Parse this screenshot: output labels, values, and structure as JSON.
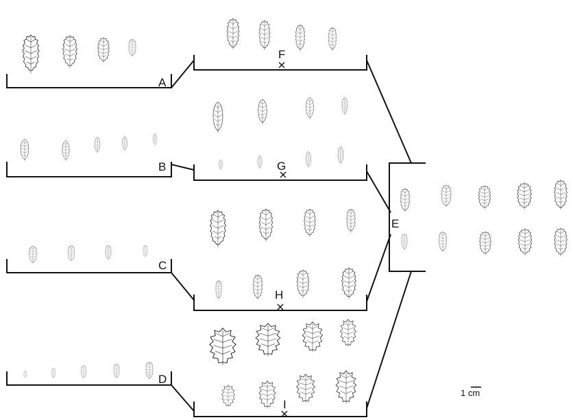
{
  "labels": {
    "A": "A",
    "B": "B",
    "C": "C",
    "D": "D",
    "E": "E",
    "F": "F",
    "G": "G",
    "H": "H",
    "I": "I"
  },
  "scale_bar": {
    "label": "1 cm"
  },
  "colors": {
    "ink": "#111111",
    "paper": "#ffffff"
  }
}
